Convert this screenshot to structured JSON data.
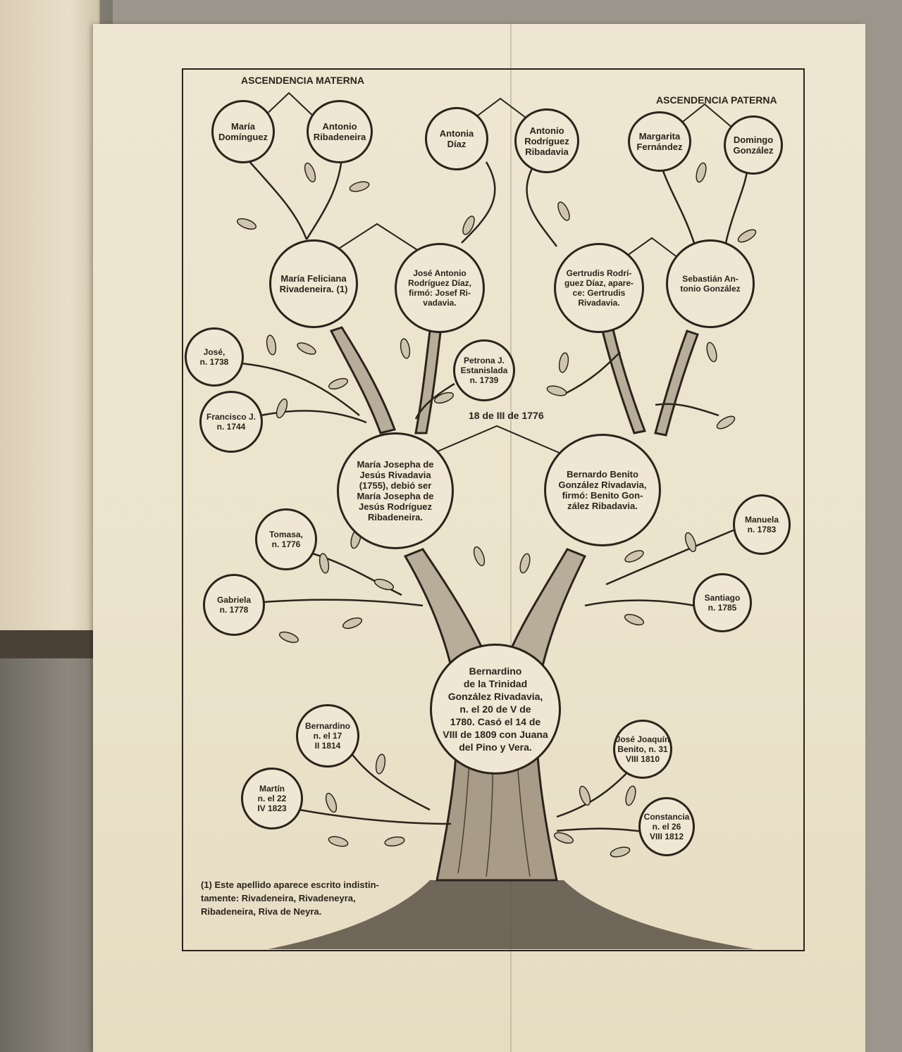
{
  "headers": {
    "materna": "ASCENDENCIA MATERNA",
    "paterna": "ASCENDENCIA PATERNA"
  },
  "marriage_date": "18 de III de 1776",
  "footnote": "(1) Este apellido aparece escrito indistin-\ntamente: Rivadeneira, Rivadeneyra,\nRibadeneira, Riva de Neyra.",
  "people": {
    "maria_dominguez": "María\nDomínguez",
    "antonio_ribadeneira": "Antonio\nRibadeneira",
    "antonia_diaz": "Antonia\nDíaz",
    "antonio_rodriguez": "Antonio\nRodríguez\nRibadavia",
    "margarita_fernandez": "Margarita\nFernández",
    "domingo_gonzalez": "Domingo\nGonzález",
    "maria_feliciana": "María Feliciana\nRivadeneira. (1)",
    "jose_antonio": "José Antonio\nRodríguez Díaz,\nfirmó: Josef Ri-\nvadavia.",
    "gertrudis": "Gertrudis Rodrí-\nguez Díaz, apare-\nce: Gertrudis\nRivadavia.",
    "sebastian": "Sebastián An-\ntonio González",
    "jose": "José,\nn. 1738",
    "francisco": "Francisco J.\nn. 1744",
    "petrona": "Petrona J.\nEstanislada\nn. 1739",
    "maria_josepha": "María Josepha de\nJesús Rivadavia\n(1755), debió ser\nMaría Josepha de\nJesús Rodríguez\nRibadeneira.",
    "bernardo_benito": "Bernardo Benito\nGonzález Rivadavia,\nfirmó: Benito Gon-\nzález Ribadavia.",
    "tomasa": "Tomasa,\nn. 1776",
    "gabriela": "Gabriela\nn. 1778",
    "manuela": "Manuela\nn. 1783",
    "santiago": "Santiago\nn. 1785",
    "bernardino": "Bernardino\nde la Trinidad\nGonzález Rivadavia,\nn. el 20 de V de\n1780. Casó el 14 de\nVIII de 1809 con Juana\ndel Pino y Vera.",
    "bernardino_hijo": "Bernardino\nn. el 17\nII 1814",
    "martin": "Martín\nn. el 22\nIV 1823",
    "jose_joaquin": "José Joaquín\nBenito, n. 31\nVIII 1810",
    "constancia": "Constancia\nn. el 26\nVIII 1812"
  },
  "colors": {
    "ink": "#2b241c",
    "paper": "#ece3cc"
  }
}
